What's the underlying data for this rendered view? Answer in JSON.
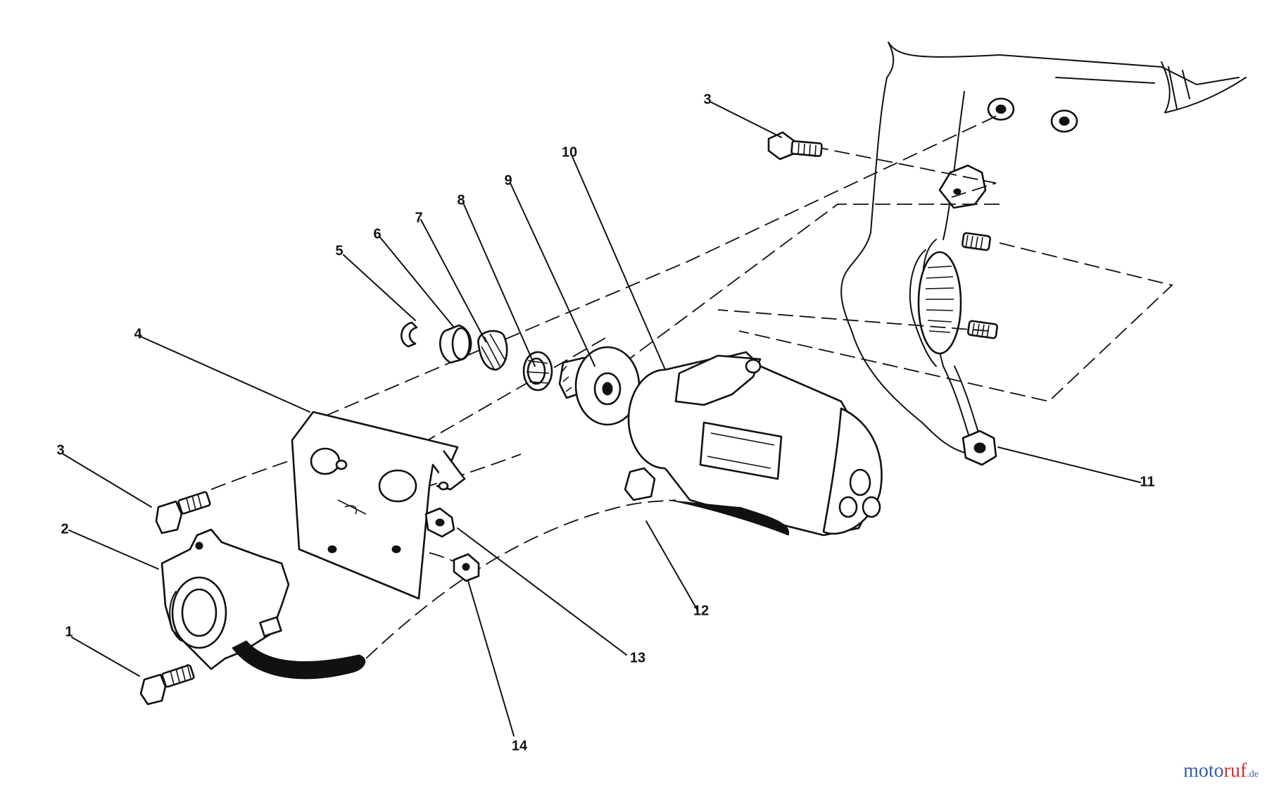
{
  "diagram": {
    "callouts": [
      {
        "id": "c1",
        "label": "1"
      },
      {
        "id": "c2",
        "label": "2"
      },
      {
        "id": "c3a",
        "label": "3"
      },
      {
        "id": "c3b",
        "label": "3"
      },
      {
        "id": "c4",
        "label": "4"
      },
      {
        "id": "c5",
        "label": "5"
      },
      {
        "id": "c6",
        "label": "6"
      },
      {
        "id": "c7",
        "label": "7"
      },
      {
        "id": "c8",
        "label": "8"
      },
      {
        "id": "c9",
        "label": "9"
      },
      {
        "id": "c10",
        "label": "10"
      },
      {
        "id": "c11",
        "label": "11"
      },
      {
        "id": "c12",
        "label": "12"
      },
      {
        "id": "c13",
        "label": "13"
      },
      {
        "id": "c14",
        "label": "14"
      }
    ]
  },
  "watermark": {
    "part1": "moto",
    "part2": "ruf",
    "part3": ".de"
  }
}
